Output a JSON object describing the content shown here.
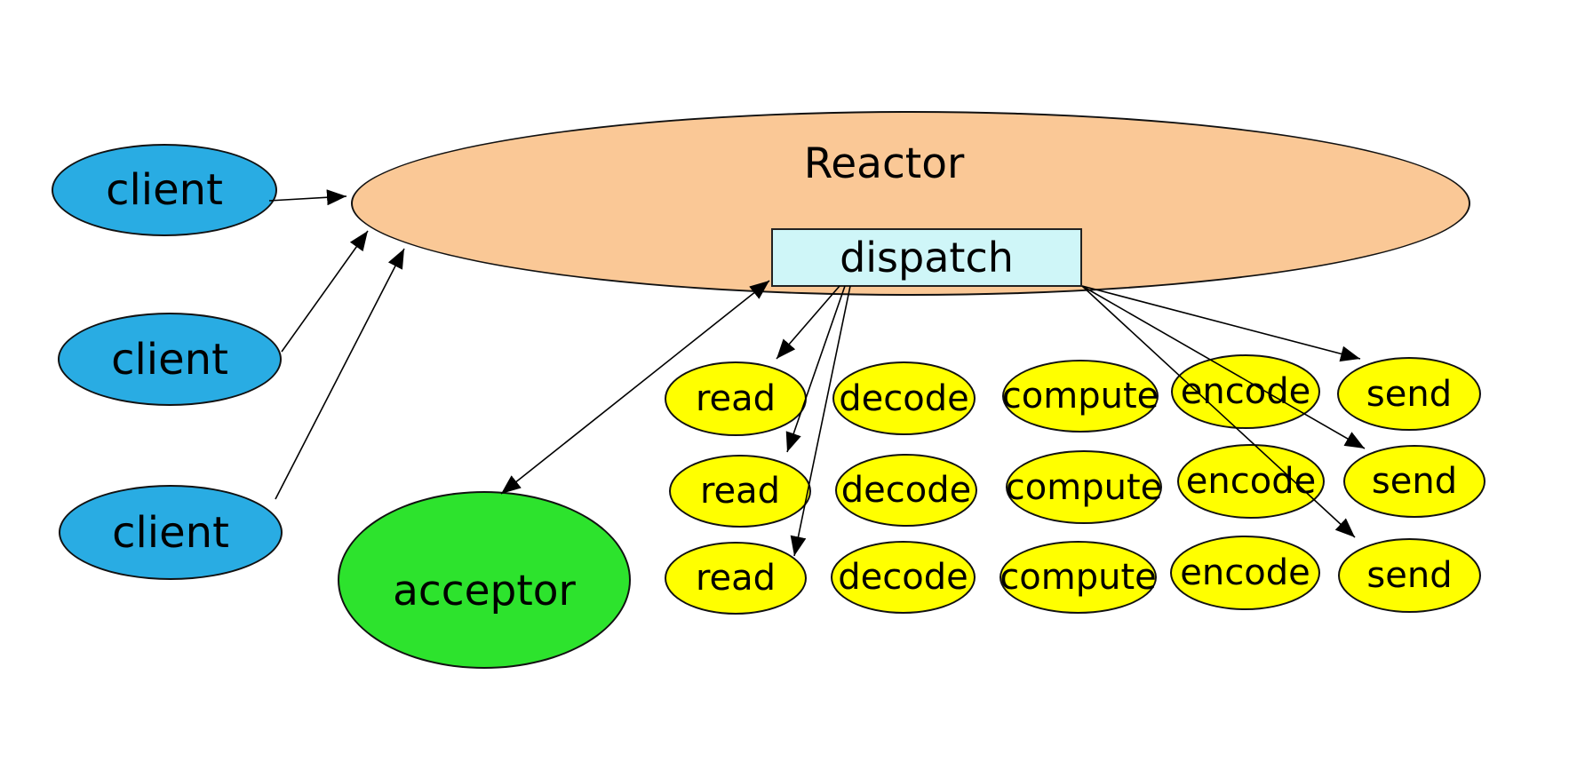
{
  "diagram": {
    "reactor": {
      "label": "Reactor"
    },
    "dispatch": {
      "label": "dispatch"
    },
    "acceptor": {
      "label": "acceptor"
    },
    "clients": [
      {
        "label": "client"
      },
      {
        "label": "client"
      },
      {
        "label": "client"
      }
    ],
    "handler_grid": {
      "columns": [
        "read",
        "decode",
        "compute",
        "encode",
        "send"
      ],
      "rows": 3,
      "cells": [
        [
          "read",
          "decode",
          "compute",
          "encode",
          "send"
        ],
        [
          "read",
          "decode",
          "compute",
          "encode",
          "send"
        ],
        [
          "read",
          "decode",
          "compute",
          "encode",
          "send"
        ]
      ]
    },
    "edges": [
      {
        "from": "client-1",
        "to": "reactor",
        "arrows": "end"
      },
      {
        "from": "client-2",
        "to": "reactor",
        "arrows": "end"
      },
      {
        "from": "client-3",
        "to": "reactor",
        "arrows": "end"
      },
      {
        "from": "dispatch",
        "to": "acceptor",
        "arrows": "both"
      },
      {
        "from": "dispatch",
        "to": "read-1",
        "arrows": "end"
      },
      {
        "from": "dispatch",
        "to": "read-2",
        "arrows": "end"
      },
      {
        "from": "dispatch",
        "to": "read-3",
        "arrows": "end"
      },
      {
        "from": "dispatch",
        "to": "send-1",
        "arrows": "end"
      },
      {
        "from": "dispatch",
        "to": "send-2",
        "arrows": "end"
      },
      {
        "from": "dispatch",
        "to": "send-3",
        "arrows": "end"
      }
    ],
    "colors": {
      "client_fill": "#29ACE3",
      "reactor_fill": "#FAC896",
      "dispatch_fill": "#CFF6F8",
      "acceptor_fill": "#2DE32D",
      "handler_fill": "#FFFF00",
      "line": "#000000",
      "background": "#FFFFFF"
    }
  }
}
